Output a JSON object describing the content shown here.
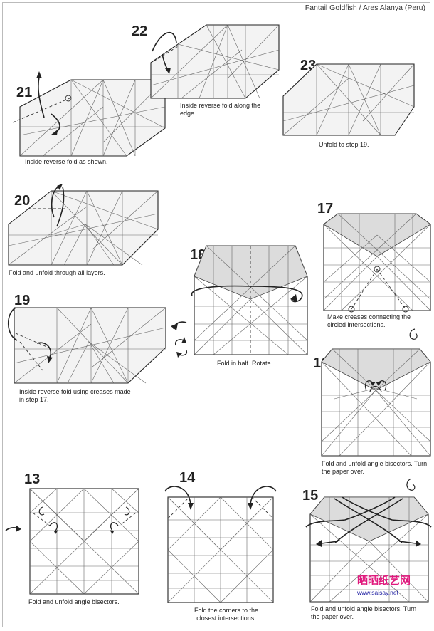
{
  "header": {
    "title": "Fantail Goldfish / Ares Alanya (Peru)"
  },
  "steps": [
    {
      "num": "21",
      "caption": "Inside reverse fold as shown."
    },
    {
      "num": "22",
      "caption": "Inside reverse fold along the edge."
    },
    {
      "num": "23",
      "caption": "Unfold to step 19."
    },
    {
      "num": "20",
      "caption": "Fold and unfold through all layers."
    },
    {
      "num": "17",
      "caption": "Make creases connecting the circled intersections."
    },
    {
      "num": "18",
      "caption": "Fold in half. Rotate."
    },
    {
      "num": "19",
      "caption": "Inside reverse fold using creases made in step 17."
    },
    {
      "num": "16",
      "caption": "Fold and unfold angle bisectors. Turn the paper over."
    },
    {
      "num": "13",
      "caption": "Fold and unfold angle bisectors."
    },
    {
      "num": "14",
      "caption": "Fold the corners to the closest intersections."
    },
    {
      "num": "15",
      "caption": "Fold and unfold angle bisectors. Turn the paper over."
    }
  ],
  "watermark": {
    "brand": "晒晒纸艺网",
    "url": "www.saisay.net"
  }
}
